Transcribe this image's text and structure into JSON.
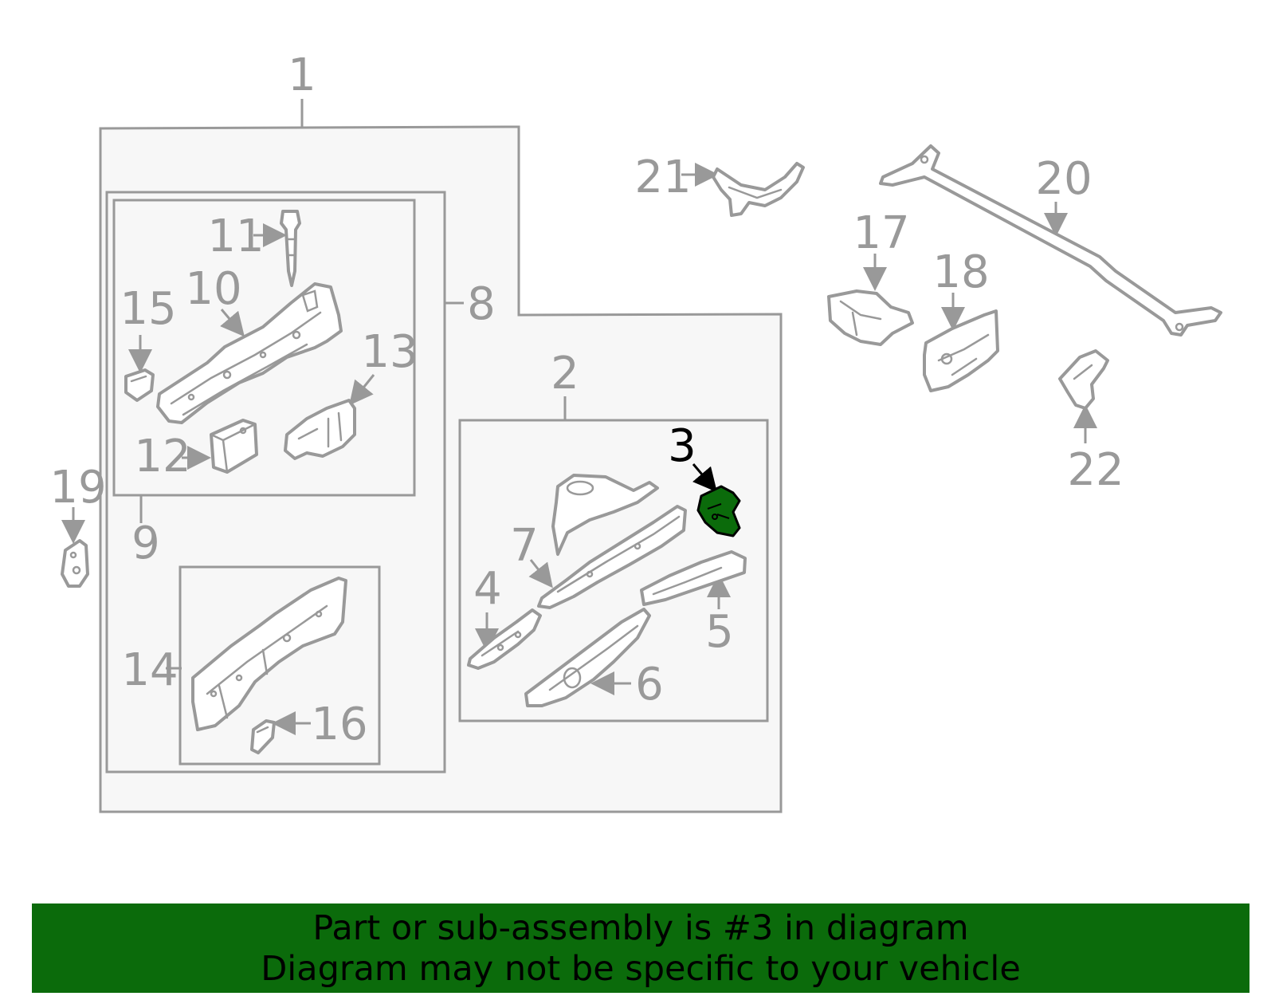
{
  "diagram": {
    "highlight_color": "#0b6b0b",
    "selected_part": "3",
    "callouts": {
      "c1": "1",
      "c2": "2",
      "c3": "3",
      "c4": "4",
      "c5": "5",
      "c6": "6",
      "c7": "7",
      "c8": "8",
      "c9": "9",
      "c10": "10",
      "c11": "11",
      "c12": "12",
      "c13": "13",
      "c14": "14",
      "c15": "15",
      "c16": "16",
      "c17": "17",
      "c18": "18",
      "c19": "19",
      "c20": "20",
      "c21": "21",
      "c22": "22"
    }
  },
  "banner": {
    "line1": "Part or sub-assembly is #3 in diagram",
    "line2": "Diagram may not be specific to your vehicle",
    "background": "#0b6b0b"
  }
}
